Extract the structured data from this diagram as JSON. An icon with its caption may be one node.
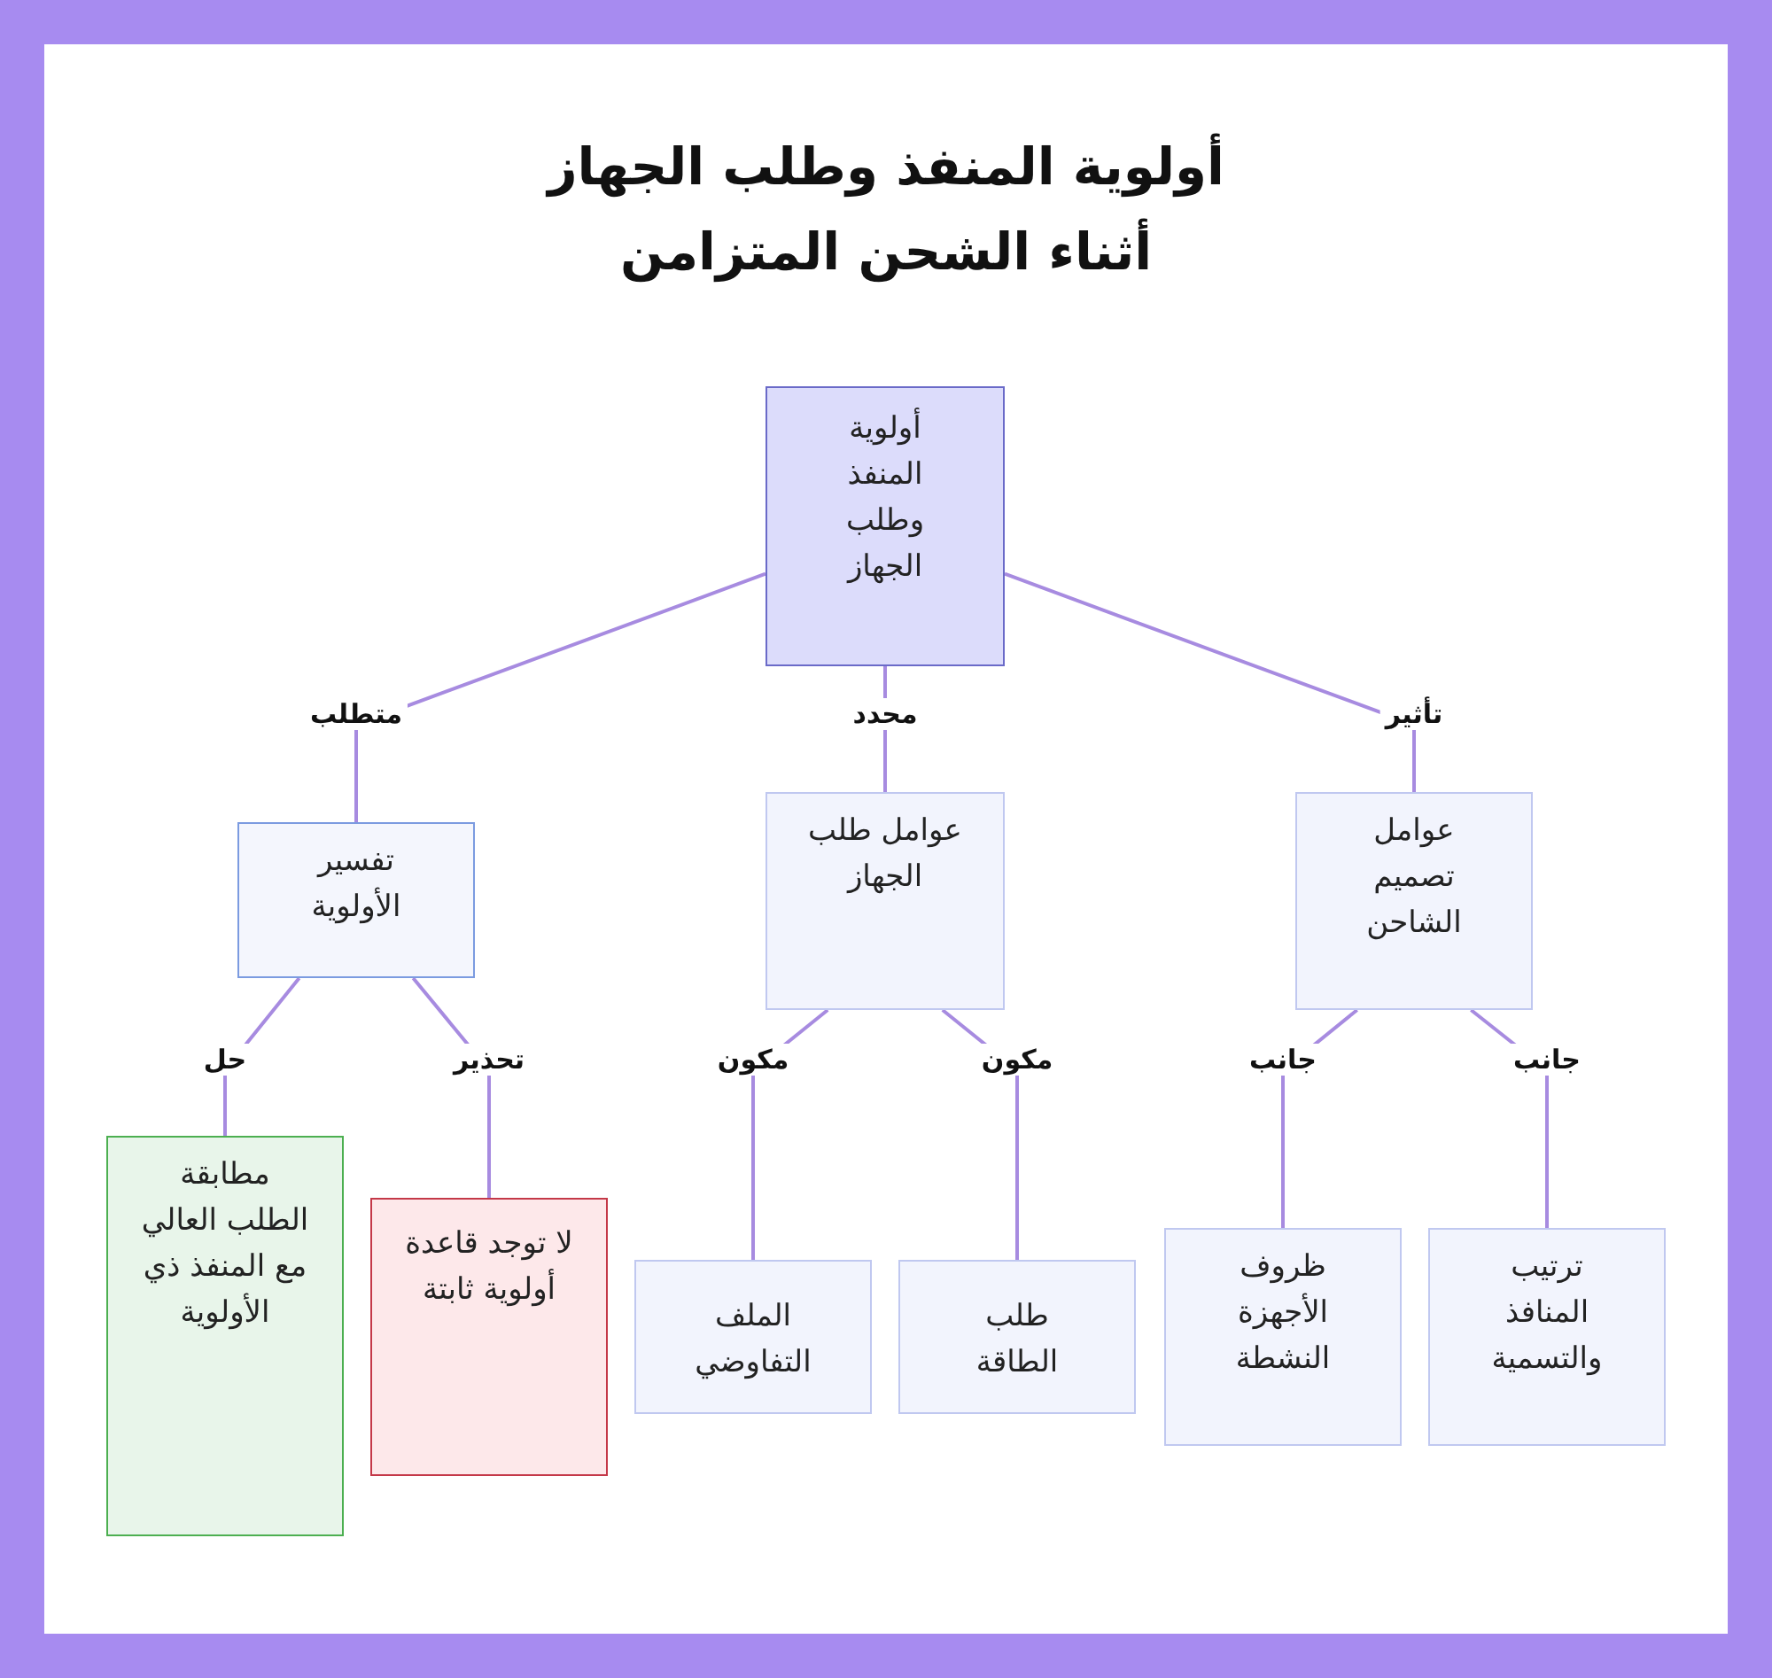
{
  "diagram": {
    "title": "أولوية المنفذ وطلب الجهاز أثناء الشحن المتزامن",
    "nodes": [
      {
        "text": [
          "أولوية المنفذ وطلب الجهاز"
        ]
      },
      {
        "text": [
          "تفسير الأولوية"
        ]
      },
      {
        "text": [
          "عوامل طلب الجهاز"
        ]
      },
      {
        "text": [
          "عوامل تصميم الشاحن"
        ]
      },
      {
        "text": [
          "مطابقة الطلب العالي مع المنفذ ذي الأولوية"
        ]
      },
      {
        "text": [
          "لا توجد قاعدة أولوية ثابتة"
        ]
      },
      {
        "text": [
          "الملف التفاوضي"
        ]
      },
      {
        "text": [
          "طلب الطاقة"
        ]
      },
      {
        "text": [
          "ظروف الأجهزة النشطة"
        ]
      },
      {
        "text": [
          "ترتيب المنافذ والتسمية"
        ]
      }
    ],
    "edges": [
      {
        "from": 0,
        "to": 1,
        "arrow": "none",
        "label": "متطلب"
      },
      {
        "from": 0,
        "to": 2,
        "arrow": "none",
        "label": "محدد"
      },
      {
        "from": 0,
        "to": 3,
        "arrow": "none",
        "label": "تأثير"
      },
      {
        "from": 1,
        "to": 4,
        "arrow": "none",
        "label": "حل"
      },
      {
        "from": 1,
        "to": 5,
        "arrow": "none",
        "label": "تحذير"
      },
      {
        "from": 2,
        "to": 6,
        "arrow": "none",
        "label": "مكون"
      },
      {
        "from": 2,
        "to": 7,
        "arrow": "none",
        "label": "مكون"
      },
      {
        "from": 3,
        "to": 8,
        "arrow": "none",
        "label": "جانب"
      },
      {
        "from": 3,
        "to": 9,
        "arrow": "none",
        "label": "جانب"
      }
    ]
  }
}
